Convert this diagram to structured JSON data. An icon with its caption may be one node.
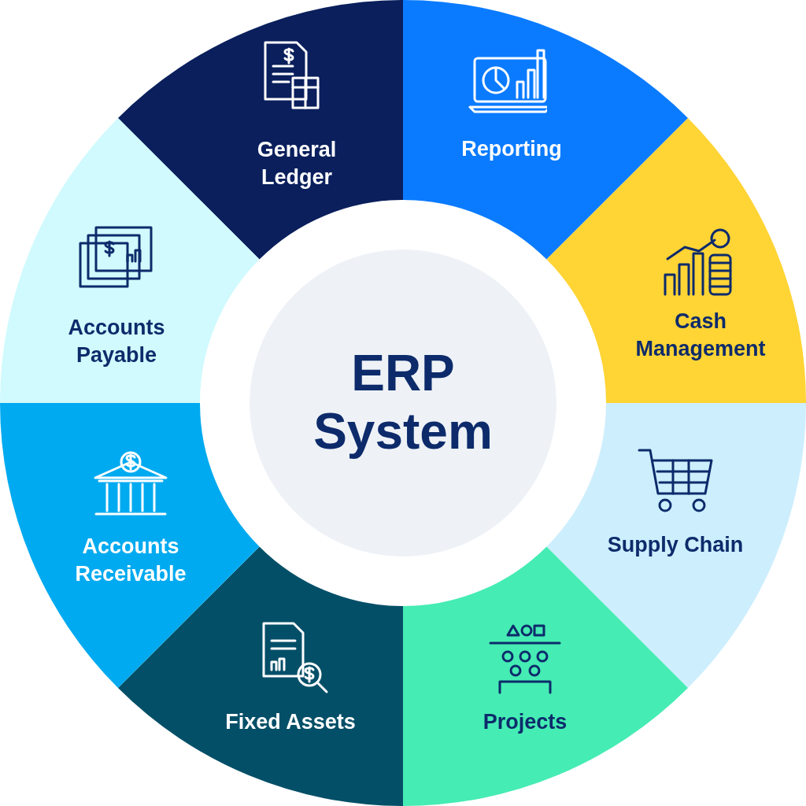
{
  "diagram": {
    "nodes": [
      {
        "text": [
          "ERP System"
        ]
      },
      {
        "text": [
          "General Ledger"
        ]
      },
      {
        "text": [
          "Reporting"
        ]
      },
      {
        "text": [
          "Cash Management"
        ]
      },
      {
        "text": [
          "Supply Chain"
        ]
      },
      {
        "text": [
          "Projects"
        ]
      },
      {
        "text": [
          "Fixed Assets"
        ]
      },
      {
        "text": [
          "Accounts Receivable"
        ]
      },
      {
        "text": [
          "Accounts Payable"
        ]
      }
    ]
  }
}
